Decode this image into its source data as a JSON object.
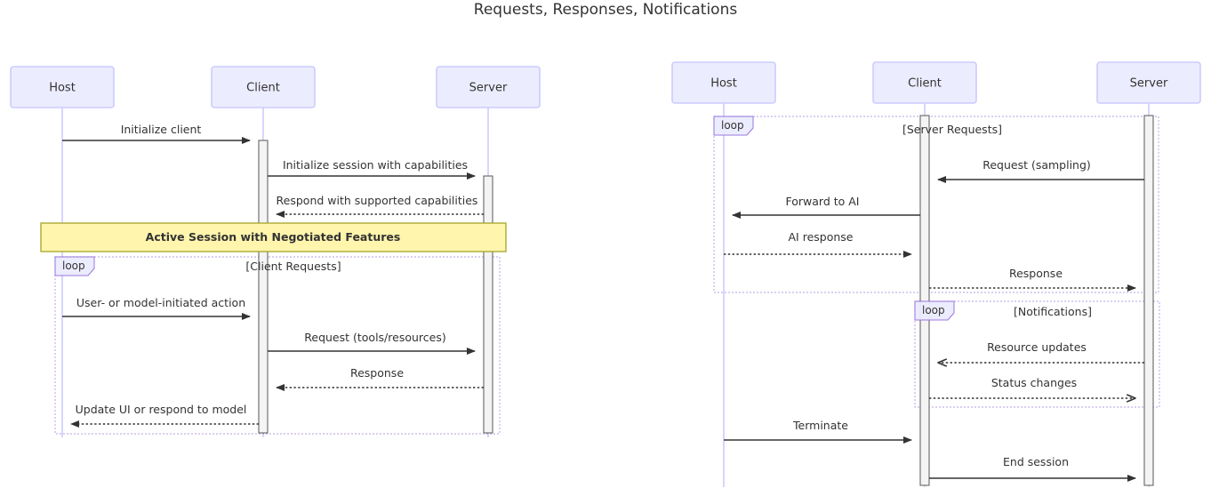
{
  "title": "Requests, Responses, Notifications",
  "colors": {
    "actor_fill": "#ECECFF",
    "actor_stroke": "#CCCCFF",
    "lifeline": "#CCCCFF",
    "activation_fill": "#F4F4F4",
    "activation_stroke": "#666666",
    "message": "#333333",
    "note_fill": "#FFF5AD",
    "note_stroke": "#AAAA33",
    "loop_stroke": "#9370DB",
    "background": "#FFFFFF"
  },
  "left_diagram": {
    "actors": [
      {
        "name": "Host",
        "label": "Host"
      },
      {
        "name": "Client",
        "label": "Client"
      },
      {
        "name": "Server",
        "label": "Server"
      }
    ],
    "messages": [
      {
        "label": "Initialize client",
        "from": "Host",
        "to": "Client",
        "style": "solid"
      },
      {
        "label": "Initialize session with capabilities",
        "from": "Client",
        "to": "Server",
        "style": "solid"
      },
      {
        "label": "Respond with supported capabilities",
        "from": "Server",
        "to": "Client",
        "style": "dotted"
      },
      {
        "label": "User- or model-initiated action",
        "from": "Host",
        "to": "Client",
        "style": "solid"
      },
      {
        "label": "Request (tools/resources)",
        "from": "Client",
        "to": "Server",
        "style": "solid"
      },
      {
        "label": "Response",
        "from": "Server",
        "to": "Client",
        "style": "dotted"
      },
      {
        "label": "Update UI or respond to model",
        "from": "Client",
        "to": "Host",
        "style": "dotted"
      }
    ],
    "note": {
      "label": "Active Session with Negotiated Features"
    },
    "loops": [
      {
        "keyword": "loop",
        "title": "[Client Requests]"
      }
    ]
  },
  "right_diagram": {
    "actors": [
      {
        "name": "Host",
        "label": "Host"
      },
      {
        "name": "Client",
        "label": "Client"
      },
      {
        "name": "Server",
        "label": "Server"
      }
    ],
    "messages": [
      {
        "label": "Request (sampling)",
        "from": "Server",
        "to": "Client",
        "style": "solid"
      },
      {
        "label": "Forward to AI",
        "from": "Client",
        "to": "Host",
        "style": "solid"
      },
      {
        "label": "AI response",
        "from": "Host",
        "to": "Client",
        "style": "dotted"
      },
      {
        "label": "Response",
        "from": "Client",
        "to": "Server",
        "style": "dotted"
      },
      {
        "label": "Resource updates",
        "from": "Server",
        "to": "Client",
        "style": "dotted-open"
      },
      {
        "label": "Status changes",
        "from": "Client",
        "to": "Server",
        "style": "dotted-open"
      },
      {
        "label": "Terminate",
        "from": "Host",
        "to": "Client",
        "style": "solid"
      },
      {
        "label": "End session",
        "from": "Client",
        "to": "Server",
        "style": "solid"
      }
    ],
    "loops": [
      {
        "keyword": "loop",
        "title": "[Server Requests]"
      },
      {
        "keyword": "loop",
        "title": "[Notifications]"
      }
    ]
  }
}
